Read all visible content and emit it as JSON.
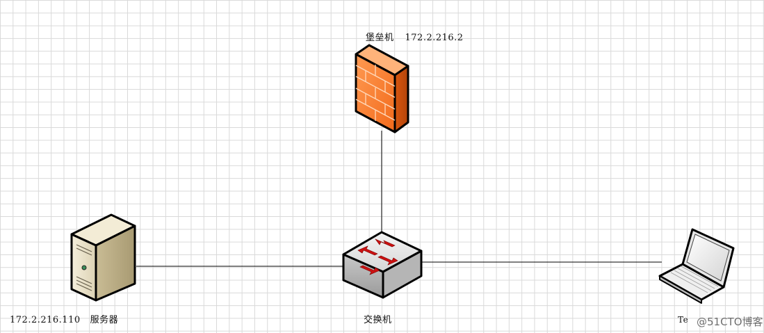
{
  "nodes": {
    "firewall": {
      "name": "堡垒机",
      "ip": "172.2.216.2",
      "icon": "firewall-icon",
      "color": "#f07a2a"
    },
    "server": {
      "name": "服务器",
      "ip": "172.2.216.110",
      "icon": "server-icon"
    },
    "switch": {
      "name": "交换机",
      "icon": "switch-icon"
    },
    "laptop": {
      "name": "Te",
      "icon": "laptop-icon"
    }
  },
  "watermark": "@51CTO博客"
}
